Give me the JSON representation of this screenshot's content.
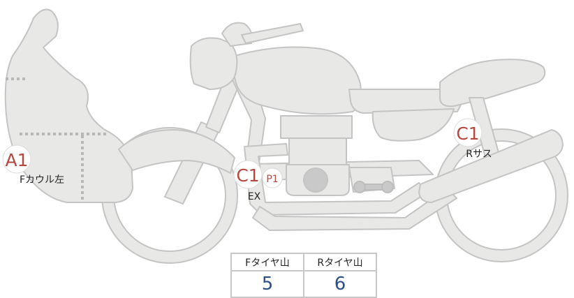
{
  "marks": {
    "front_cowl": {
      "grade": "A1",
      "label": "Fカウル左"
    },
    "exhaust": {
      "grade": "C1",
      "sub": "P1",
      "label": "EX"
    },
    "rear_suspension": {
      "grade": "C1",
      "label": "Rサス"
    }
  },
  "tread_table": {
    "headers": [
      "Fタイヤ山",
      "Rタイヤ山"
    ],
    "values": [
      "5",
      "6"
    ]
  },
  "colors": {
    "part_fill": "#e8e8e6",
    "part_stroke": "#c4c4c4",
    "grade_text": "#b5473f",
    "value_text": "#2b4f86"
  }
}
